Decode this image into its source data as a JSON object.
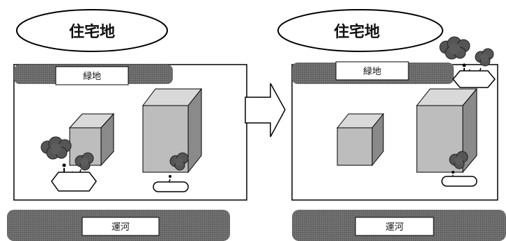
{
  "left_panel": {
    "ellipse_label": "住宅地",
    "green_label": "緑地",
    "canal_label": "運河"
  },
  "right_panel": {
    "ellipse_label": "住宅地",
    "green_label": "緑地",
    "canal_label": "運河"
  },
  "colors": {
    "gray_band": "#666666",
    "cube_front": "#bdbdbd",
    "cube_top": "#d9d9d9",
    "cube_side": "#8a8a8a",
    "tree": "#5a5a5a"
  }
}
